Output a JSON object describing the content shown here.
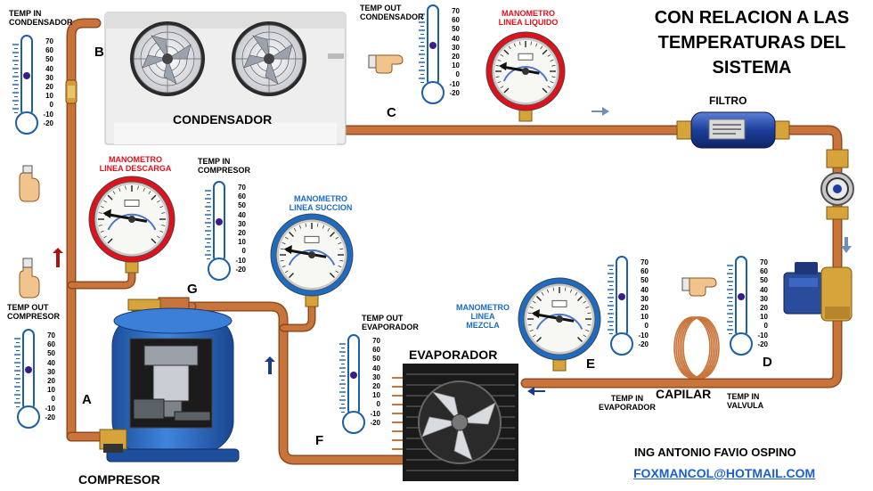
{
  "title_lines": [
    "CON RELACION A LAS",
    "TEMPERATURAS DEL",
    "SISTEMA"
  ],
  "components": {
    "condenser": "CONDENSADOR",
    "compressor": "COMPRESOR",
    "evaporator": "EVAPORADOR",
    "filter": "FILTRO",
    "capillary": "CAPILAR"
  },
  "points": {
    "a": "A",
    "b": "B",
    "c": "C",
    "d": "D",
    "e": "E",
    "f": "F",
    "g": "G"
  },
  "thermometers": {
    "cond_in": [
      "TEMP IN",
      "CONDENSADOR"
    ],
    "cond_out": [
      "TEMP OUT",
      "CONDENSADOR"
    ],
    "comp_in": [
      "TEMP IN",
      "COMPRESOR"
    ],
    "comp_out": [
      "TEMP OUT",
      "COMPRESOR"
    ],
    "evap_out": [
      "TEMP OUT",
      "EVAPORADOR"
    ],
    "evap_in": [
      "TEMP IN",
      "EVAPORADOR"
    ],
    "valve_in": [
      "TEMP IN",
      "VALVULA"
    ]
  },
  "thermometer_scale": [
    "70",
    "60",
    "50",
    "40",
    "30",
    "20",
    "10",
    "0",
    "-10",
    "-20"
  ],
  "gauges": {
    "liquid": [
      "MANOMETRO",
      "LINEA LIQUIDO"
    ],
    "discharge": [
      "MANOMETRO",
      "LINEA DESCARGA"
    ],
    "suction": [
      "MANOMETRO",
      "LINEA SUCCION"
    ],
    "mixture": [
      "MANOMETRO",
      "LINEA MEZCLA"
    ]
  },
  "colors": {
    "pipe": "#c8743a",
    "discharge_gauge": "#e3101b",
    "suction_gauge": "#1a6cc4",
    "compressor": "#2f6fc9",
    "label_red": "#e3101b",
    "label_blue": "#1a6cc4"
  },
  "author": "ING ANTONIO FAVIO OSPINO",
  "email": "FOXMANCOL@HOTMAIL.COM"
}
